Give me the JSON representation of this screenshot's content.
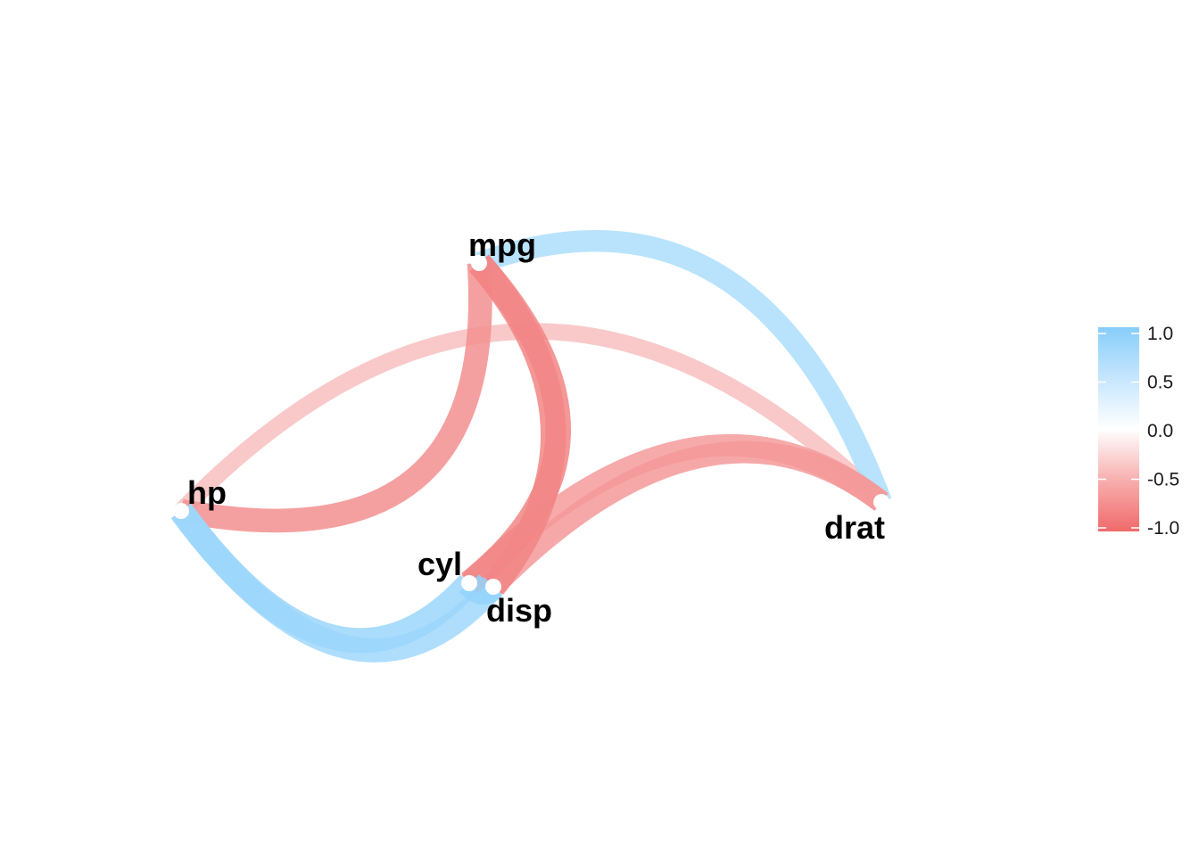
{
  "chart_data": {
    "type": "network",
    "nodes": [
      "mpg",
      "cyl",
      "disp",
      "hp",
      "drat"
    ],
    "edges": [
      {
        "from": "mpg",
        "to": "drat",
        "value": 0.68
      },
      {
        "from": "hp",
        "to": "drat",
        "value": -0.45
      },
      {
        "from": "cyl",
        "to": "drat",
        "value": -0.7
      },
      {
        "from": "disp",
        "to": "drat",
        "value": -0.71
      },
      {
        "from": "mpg",
        "to": "hp",
        "value": -0.78
      },
      {
        "from": "mpg",
        "to": "cyl",
        "value": -0.85
      },
      {
        "from": "mpg",
        "to": "disp",
        "value": -0.85
      },
      {
        "from": "hp",
        "to": "cyl",
        "value": 0.83
      },
      {
        "from": "hp",
        "to": "disp",
        "value": 0.79
      },
      {
        "from": "cyl",
        "to": "disp",
        "value": 0.9
      }
    ],
    "legend": {
      "position": "right",
      "ticks": [
        "1.0",
        "0.5",
        "0.0",
        "-0.5",
        "-1.0"
      ],
      "range": [
        -1,
        1
      ],
      "colors": {
        "low": "#f07070",
        "mid": "#ffffff",
        "high": "#87cefa"
      }
    }
  }
}
